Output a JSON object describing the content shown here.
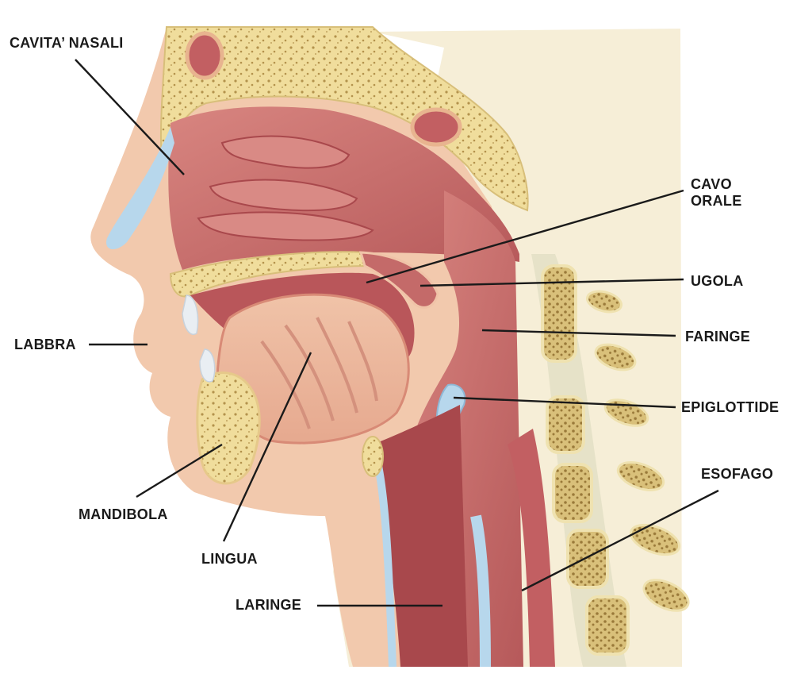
{
  "diagram": {
    "labels": {
      "nasal_cavity": "CAVITA’ NASALI",
      "oral_cavity_line1": "CAVO",
      "oral_cavity_line2": "ORALE",
      "uvula": "UGOLA",
      "pharynx": "FARINGE",
      "epiglottis": "EPIGLOTTIDE",
      "esophagus": "ESOFAGO",
      "lips": "LABBRA",
      "mandible": "MANDIBOLA",
      "tongue": "LINGUA",
      "larynx": "LARINGE"
    },
    "colors": {
      "skin": "#f2c9ad",
      "flesh": "#c9716c",
      "tissue_dark": "#a8484c",
      "bone": "#f1e2a4",
      "bone_spots": "#b3924c",
      "cartilage": "#b7d7ec",
      "background_neck": "#f7efd9"
    }
  }
}
